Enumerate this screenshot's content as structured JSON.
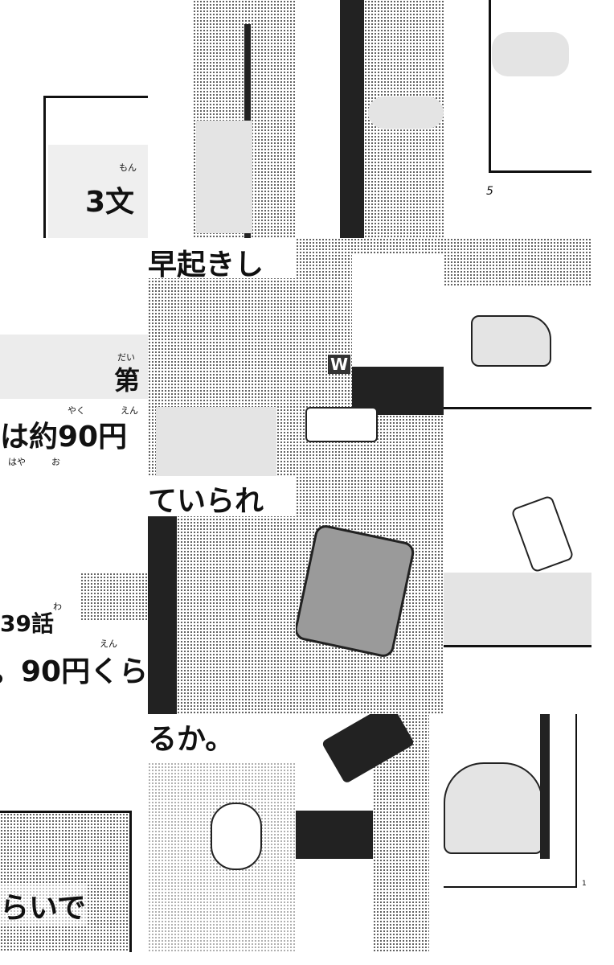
{
  "tiles_text": {
    "r0c0": {
      "main": "3文",
      "ruby": "もん"
    },
    "r0c3": {
      "page_number": "5"
    },
    "r1c1": {
      "main": "早起きし"
    },
    "r1c0": {
      "chapter_prefix": "第",
      "chapter_ruby": "だい",
      "main": "は約90円",
      "ruby1": "やく",
      "ruby2": "えん",
      "ruby3": "はや",
      "ruby4": "お"
    },
    "r1c2": {
      "logo": "W"
    },
    "r2c1": {
      "main": "ていられ"
    },
    "r2c0": {
      "chapter": "39話",
      "chapter_ruby": "わ",
      "main": "。90円くら",
      "ruby": "えん"
    },
    "r3c1": {
      "main": "るか。"
    },
    "r3c0": {
      "main": "らいで"
    },
    "r3c3": {
      "page_number": "1"
    }
  }
}
